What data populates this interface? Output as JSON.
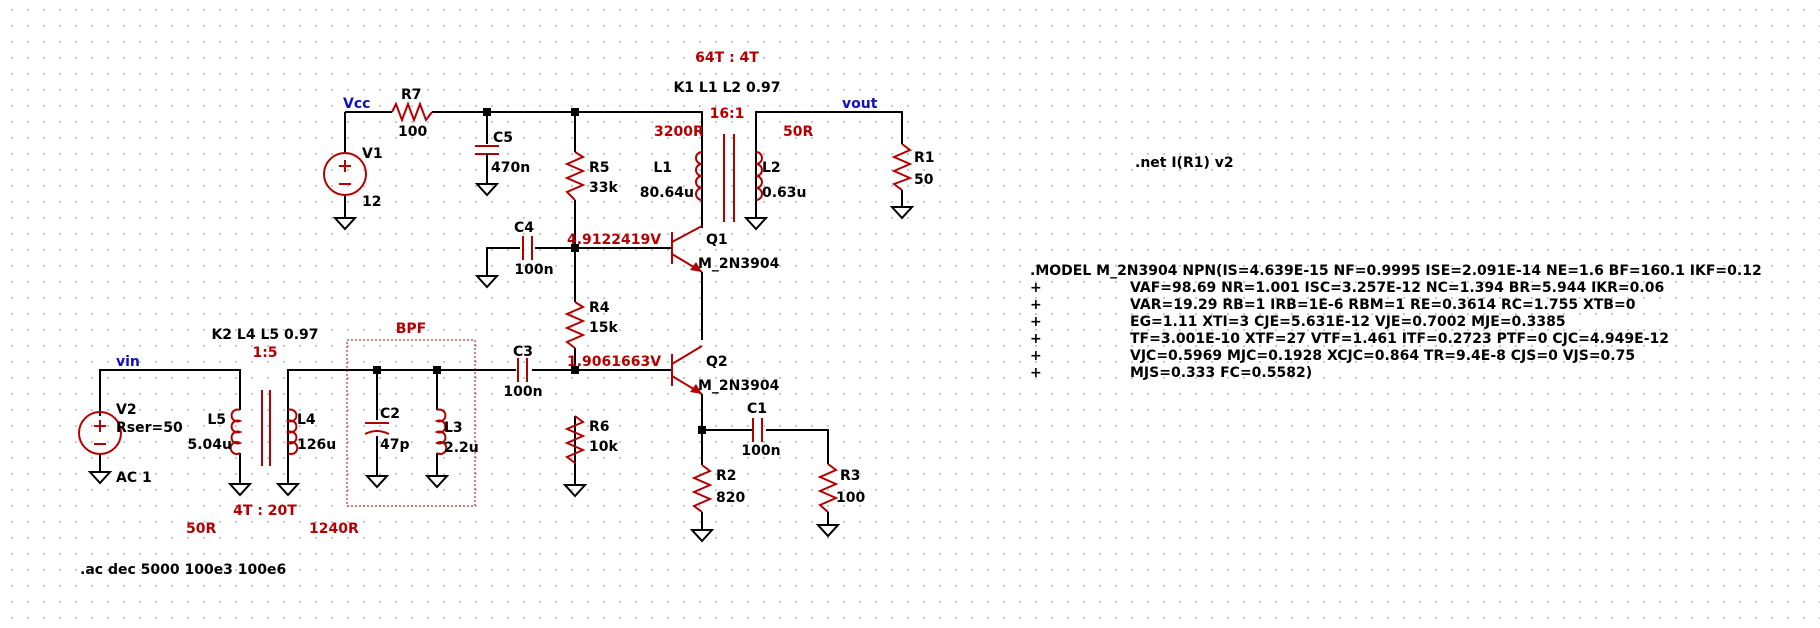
{
  "nets": {
    "vcc": "Vcc",
    "vout": "vout",
    "vin": "vin"
  },
  "components": {
    "R7": {
      "name": "R7",
      "value": "100"
    },
    "V1": {
      "name": "V1",
      "value": "12"
    },
    "C5": {
      "name": "C5",
      "value": "470n"
    },
    "R5": {
      "name": "R5",
      "value": "33k"
    },
    "L1": {
      "name": "L1",
      "value": "80.64u"
    },
    "L2": {
      "name": "L2",
      "value": "0.63u"
    },
    "R1": {
      "name": "R1",
      "value": "50"
    },
    "C4": {
      "name": "C4",
      "value": "100n"
    },
    "Q1": {
      "name": "Q1",
      "value": "M_2N3904"
    },
    "R4": {
      "name": "R4",
      "value": "15k"
    },
    "Q2": {
      "name": "Q2",
      "value": "M_2N3904"
    },
    "C3": {
      "name": "C3",
      "value": "100n"
    },
    "R6": {
      "name": "R6",
      "value": "10k"
    },
    "C1": {
      "name": "C1",
      "value": "100n"
    },
    "R2": {
      "name": "R2",
      "value": "820"
    },
    "R3": {
      "name": "R3",
      "value": "100"
    },
    "V2": {
      "name": "V2",
      "value": "Rser=50",
      "ac": "AC 1"
    },
    "L5": {
      "name": "L5",
      "value": "5.04u"
    },
    "L4": {
      "name": "L4",
      "value": "126u"
    },
    "C2": {
      "name": "C2",
      "value": "47p"
    },
    "L3": {
      "name": "L3",
      "value": "2.2u"
    }
  },
  "annotations": {
    "turns_top": "64T : 4T",
    "ratio_top": "16:1",
    "imp_3200": "3200R",
    "imp_50_top": "50R",
    "ratio_bottom": "1:5",
    "turns_bottom": "4T : 20T",
    "imp_50_bottom": "50R",
    "imp_1240": "1240R",
    "bpf": "BPF",
    "v_q1_base": "4.9122419V",
    "v_q2_base": "1.9061663V"
  },
  "directives": {
    "k1": "K1 L1 L2 0.97",
    "k2": "K2 L4 L5 0.97",
    "net_cmd": ".net I(R1) v2",
    "ac_cmd": ".ac dec 5000 100e3 100e6",
    "model": [
      {
        "prefix": "",
        "text": ".MODEL M_2N3904 NPN(IS=4.639E-15 NF=0.9995 ISE=2.091E-14 NE=1.6 BF=160.1 IKF=0.12"
      },
      {
        "prefix": "+",
        "text": "VAF=98.69 NR=1.001 ISC=3.257E-12 NC=1.394 BR=5.944 IKR=0.06"
      },
      {
        "prefix": "+",
        "text": "VAR=19.29 RB=1 IRB=1E-6 RBM=1 RE=0.3614 RC=1.755 XTB=0"
      },
      {
        "prefix": "+",
        "text": "EG=1.11 XTI=3 CJE=5.631E-12 VJE=0.7002 MJE=0.3385"
      },
      {
        "prefix": "+",
        "text": "TF=3.001E-10 XTF=27 VTF=1.461 ITF=0.2723 PTF=0 CJC=4.949E-12"
      },
      {
        "prefix": "+",
        "text": "VJC=0.5969 MJC=0.1928 XCJC=0.864 TR=9.4E-8 CJS=0 VJS=0.75"
      },
      {
        "prefix": "+",
        "text": "MJS=0.333 FC=0.5582)"
      }
    ]
  },
  "colors": {
    "wire": "#000000",
    "component": "#b40000",
    "net_label": "#1010c0",
    "grid_dot": "#b8b8b8"
  }
}
